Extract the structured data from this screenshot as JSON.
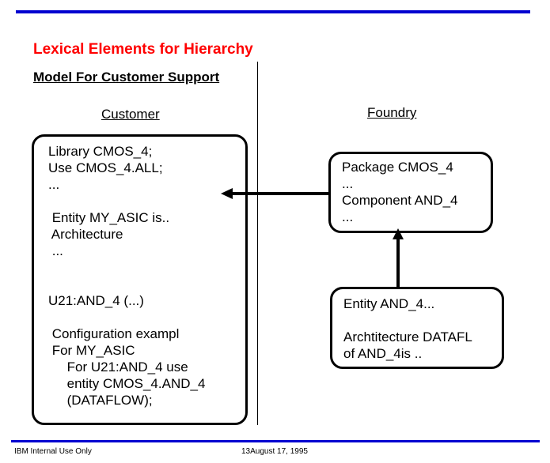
{
  "slide": {
    "title": "Lexical Elements for Hierarchy",
    "subtitle": "Model For Customer Support",
    "columns": {
      "left_heading": "Customer",
      "right_heading": "Foundry"
    },
    "colors": {
      "accent_rule": "#0000d0",
      "title": "#ff0000",
      "text": "#000000",
      "background": "#ffffff"
    }
  },
  "boxes": {
    "customer_code": "Library CMOS_4;\nUse CMOS_4.ALL;\n...\n\n Entity MY_ASIC is..\n Architecture\n ...\n\n\nU21:AND_4 (...)\n\n Configuration exampl\n For MY_ASIC\n     For U21:AND_4 use\n     entity CMOS_4.AND_4\n     (DATAFLOW);",
    "package_code": "Package CMOS_4\n...\nComponent AND_4\n...",
    "entity_code": "Entity AND_4...\n\nArchtitecture DATAFL\nof AND_4is .."
  },
  "connectors": {
    "package_to_customer": "arrow-left",
    "entity_to_package": "arrow-up"
  },
  "footer": {
    "left": "IBM Internal Use Only",
    "center": "13August 17, 1995"
  }
}
